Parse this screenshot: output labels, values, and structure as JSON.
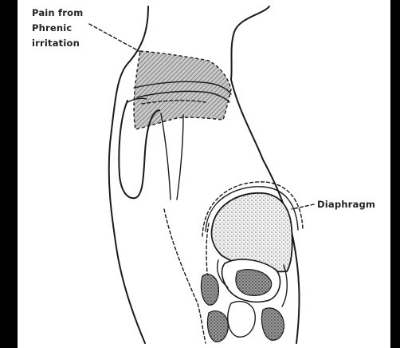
{
  "labels": {
    "pain_line1": "Pain from",
    "pain_line2": "Phrenic",
    "pain_line3": "irritation",
    "diaphragm": "Diaphragm"
  },
  "colors": {
    "background": "#000000",
    "paper": "#ffffff",
    "ink": "#1a1a1a",
    "shade": "#9a9a9a"
  }
}
